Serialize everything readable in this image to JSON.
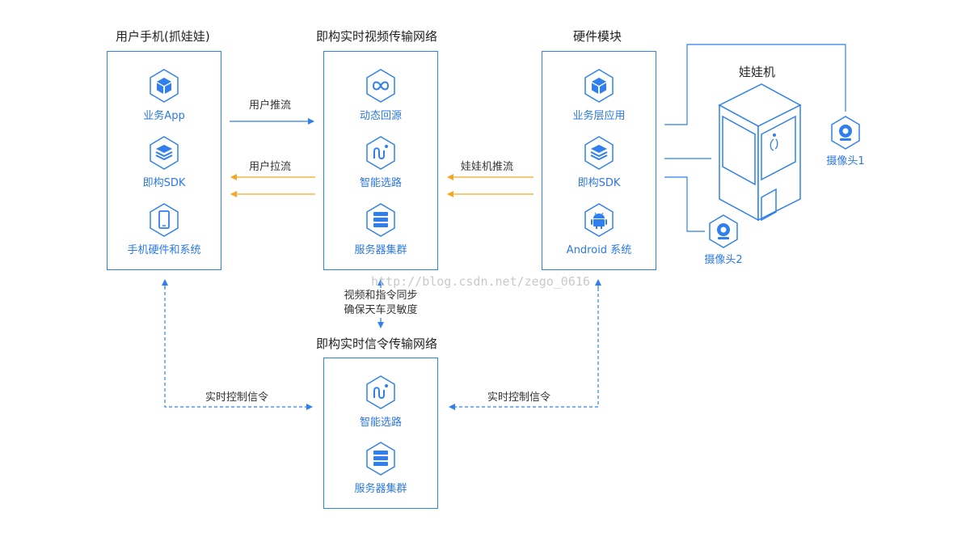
{
  "titles": {
    "phone": "用户手机(抓娃娃)",
    "video_net": "即构实时视频传输网络",
    "hardware": "硬件模块",
    "machine": "娃娃机",
    "signal_net": "即构实时信令传输网络"
  },
  "phone_box": {
    "items": [
      {
        "icon": "cube-icon",
        "label": "业务App"
      },
      {
        "icon": "layers-icon",
        "label": "即构SDK"
      },
      {
        "icon": "phone-icon",
        "label": "手机硬件和系统"
      }
    ]
  },
  "video_box": {
    "items": [
      {
        "icon": "infinity-icon",
        "label": "动态回源"
      },
      {
        "icon": "route-icon",
        "label": "智能选路"
      },
      {
        "icon": "server-icon",
        "label": "服务器集群"
      }
    ]
  },
  "hardware_box": {
    "items": [
      {
        "icon": "cube-icon",
        "label": "业务层应用"
      },
      {
        "icon": "layers-icon",
        "label": "即构SDK"
      },
      {
        "icon": "android-icon",
        "label": "Android 系统"
      }
    ]
  },
  "signal_box": {
    "items": [
      {
        "icon": "route-icon",
        "label": "智能选路"
      },
      {
        "icon": "server-icon",
        "label": "服务器集群"
      }
    ]
  },
  "flows": {
    "user_push": "用户推流",
    "user_pull": "用户拉流",
    "machine_push": "娃娃机推流",
    "sync_line1": "视频和指令同步",
    "sync_line2": "确保天车灵敏度",
    "control_left": "实时控制信令",
    "control_right": "实时控制信令"
  },
  "cameras": {
    "cam1": "摄像头1",
    "cam2": "摄像头2"
  },
  "watermark": "http://blog.csdn.net/zego_0616",
  "colors": {
    "blue": "#2f80ed",
    "orange": "#f5a623"
  }
}
